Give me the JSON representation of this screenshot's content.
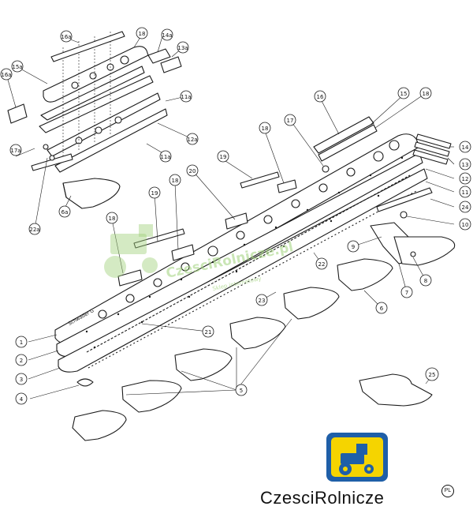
{
  "diagram": {
    "part_labels": [
      "1",
      "2",
      "3",
      "4",
      "5",
      "6",
      "6a",
      "7",
      "8",
      "9",
      "10",
      "11",
      "11a",
      "12",
      "12a",
      "13",
      "13a",
      "14",
      "14a",
      "15",
      "15a",
      "16",
      "16a",
      "17",
      "17a",
      "18",
      "19",
      "20",
      "21",
      "22",
      "22a",
      "23",
      "24",
      "25"
    ],
    "bar_marking": "Schwader G",
    "watermark_text": "CzesciRolnicze.pl",
    "watermark_subtext": "Sklep internetowy"
  },
  "logo": {
    "brand_text": "CzesciRolnicze",
    "brand_suffix": "PL",
    "tile_color": "#f5d400",
    "border_color": "#1f5fa8"
  },
  "colors": {
    "line": "#1a1a1a",
    "watermark": "#9fd17a"
  }
}
